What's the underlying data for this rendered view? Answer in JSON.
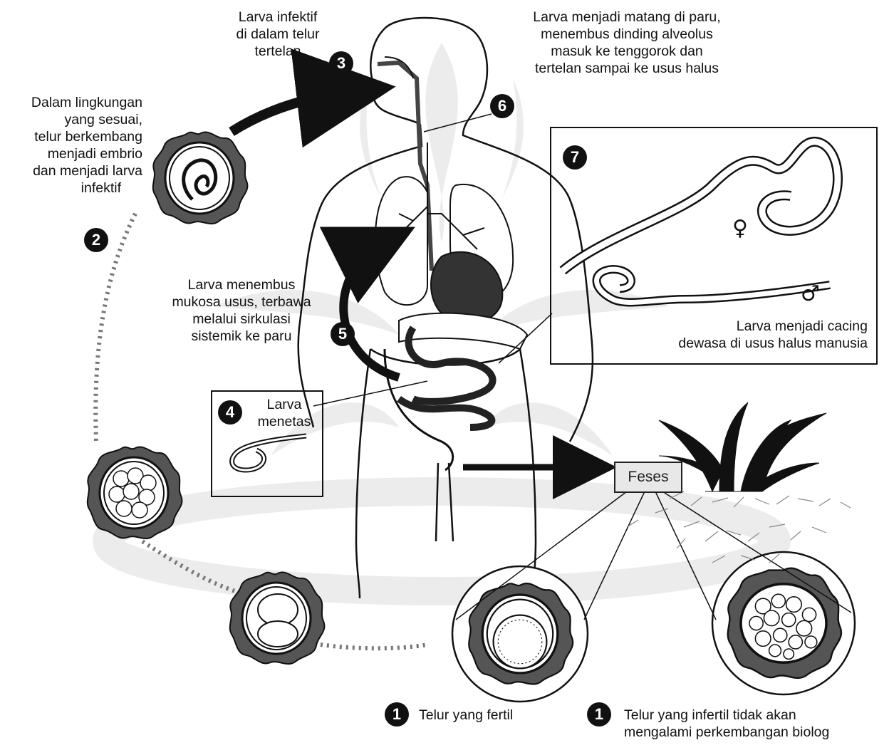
{
  "colors": {
    "ink": "#111111",
    "watermark": "#ececec",
    "soil": "#888888"
  },
  "steps": {
    "s1": "1",
    "s2": "2",
    "s3": "3",
    "s4": "4",
    "s5": "5",
    "s6": "6",
    "s7": "7"
  },
  "labels": {
    "step3": [
      "Larva infektif",
      "di dalam telur",
      "tertelan"
    ],
    "step6": [
      "Larva menjadi matang di paru,",
      "menembus dinding alveolus",
      "masuk ke tenggorok dan",
      "tertelan sampai ke usus halus"
    ],
    "step2": [
      "Dalam lingkungan",
      "yang sesuai,",
      "telur berkembang",
      "menjadi embrio",
      "dan menjadi larva",
      "infektif"
    ],
    "step5": [
      "Larva menembus",
      "mukosa usus, terbawa",
      "melalui sirkulasi",
      "sistemik ke paru"
    ],
    "step4": [
      "Larva",
      "menetas"
    ],
    "step7": [
      "Larva menjadi cacing",
      "dewasa di usus halus manusia"
    ],
    "feses": "Feses",
    "fertile_egg": "Telur yang fertil",
    "infertile_egg": [
      "Telur yang infertil tidak akan",
      "mengalami perkembangan biolog"
    ]
  },
  "symbols": {
    "female": "♀",
    "male": "♂"
  }
}
